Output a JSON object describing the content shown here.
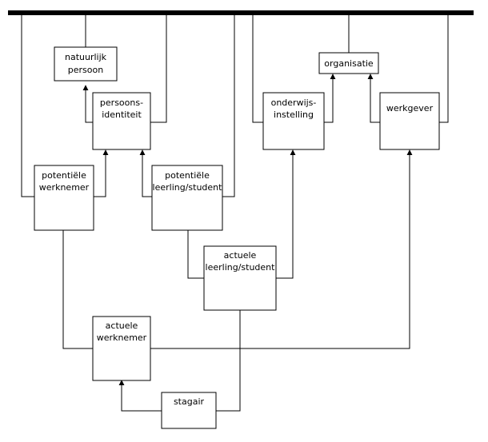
{
  "diagram": {
    "entities": {
      "natuurlijk_persoon": [
        "natuurlijk",
        "persoon"
      ],
      "persoonsidentiteit": [
        "persoons-",
        "identiteit"
      ],
      "potentiele_werknemer": [
        "potentiële",
        "werknemer"
      ],
      "potentiele_leerling": [
        "potentiële",
        "leerling/student"
      ],
      "onderwijsinstelling": [
        "onderwijs-",
        "instelling"
      ],
      "organisatie": [
        "organisatie"
      ],
      "werkgever": [
        "werkgever"
      ],
      "actuele_leerling": [
        "actuele",
        "leerling/student"
      ],
      "actuele_werknemer": [
        "actuele",
        "werknemer"
      ],
      "stagair": [
        "stagair"
      ]
    },
    "colors": {
      "line": "#000000",
      "box_fill": "#ffffff"
    }
  }
}
